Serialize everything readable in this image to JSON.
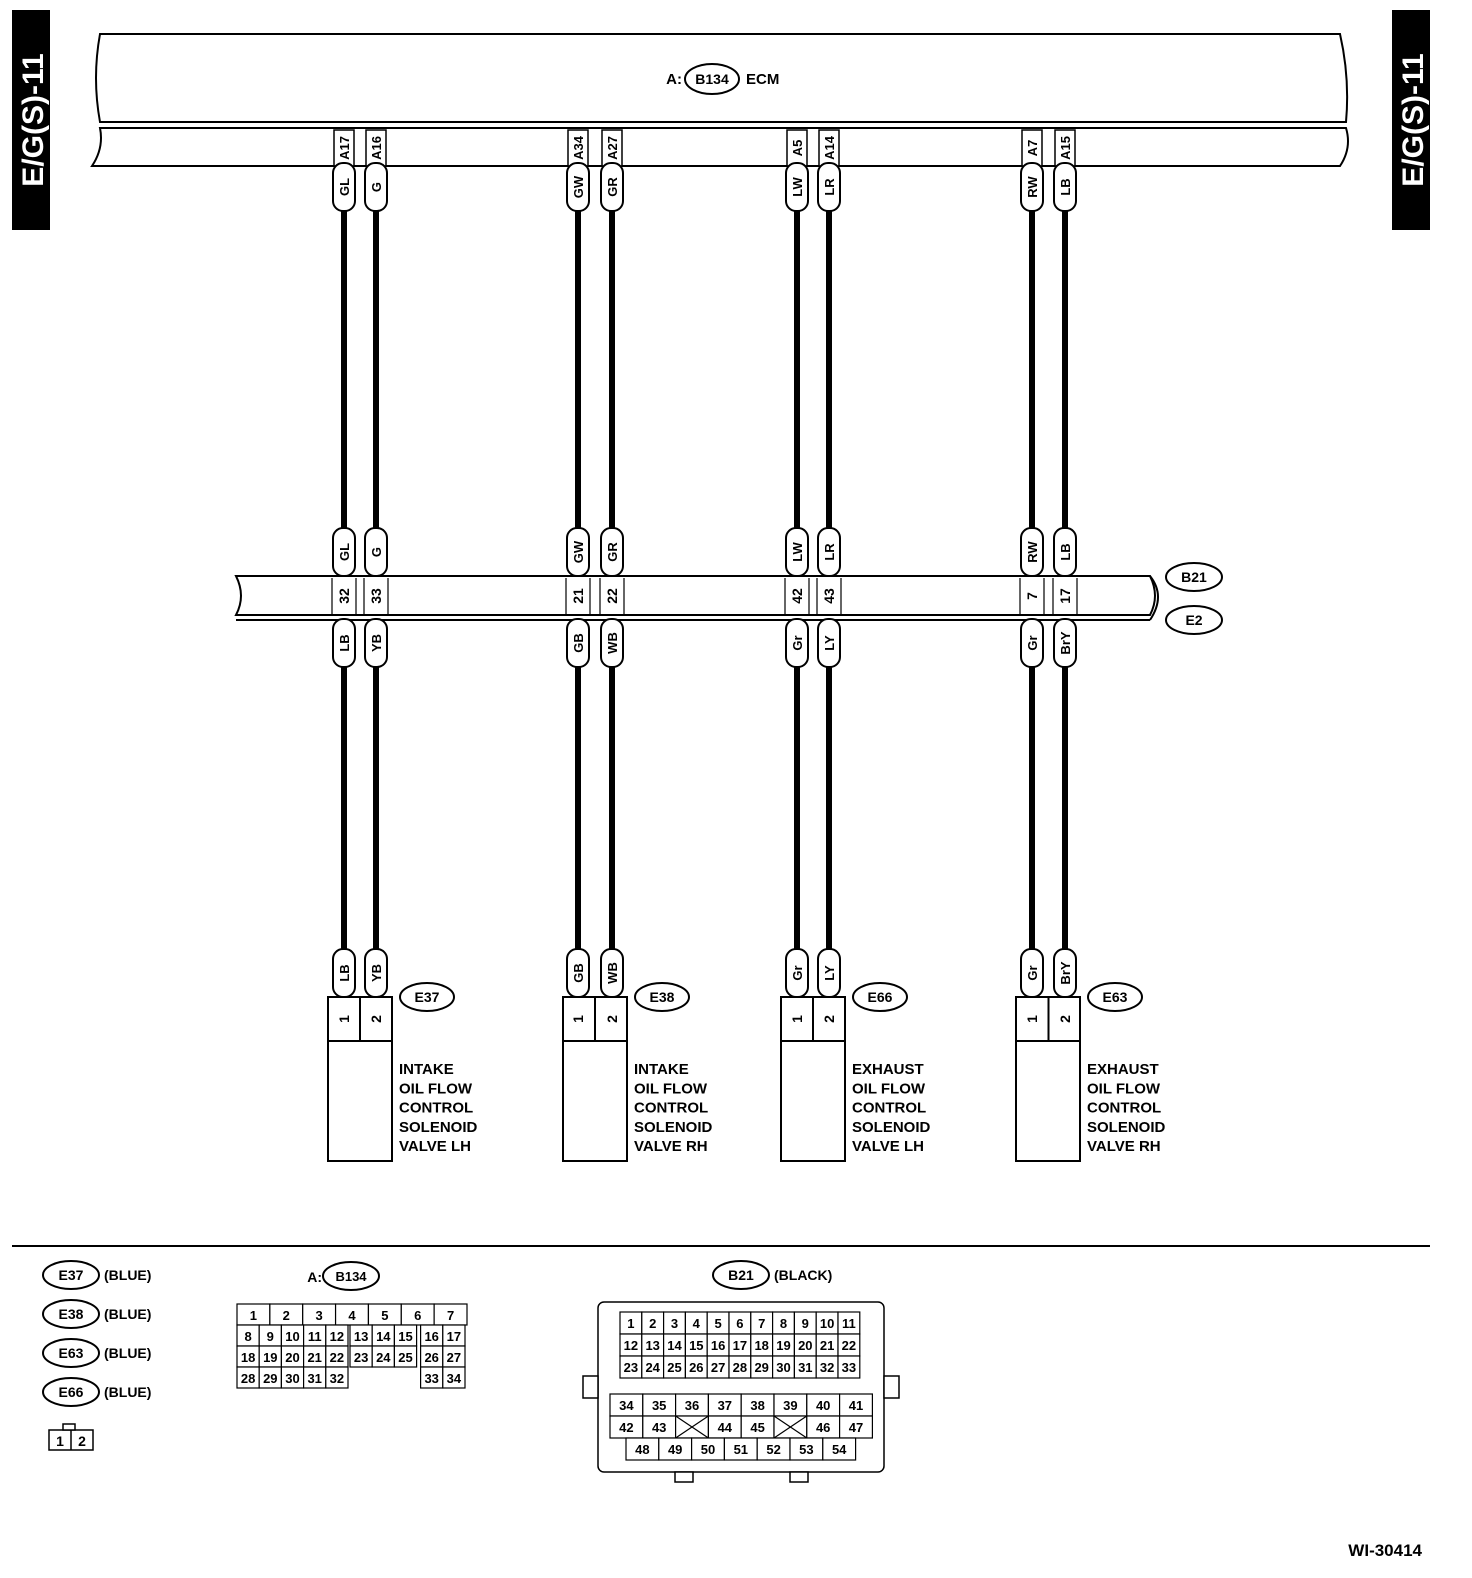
{
  "side_tab": "E/G(S)-11",
  "ecm": {
    "prefix": "A:",
    "connector": "B134",
    "label": "ECM"
  },
  "junction": {
    "upper_connector": "B21",
    "lower_connector": "E2"
  },
  "circuits": [
    {
      "pins": [
        "A17",
        "A16"
      ],
      "upper_colors": [
        "GL",
        "G"
      ],
      "junction_pins": [
        "32",
        "33"
      ],
      "lower_colors": [
        "LB",
        "YB"
      ],
      "connector": "E37",
      "terminals": [
        "1",
        "2"
      ],
      "label": [
        "INTAKE",
        "OIL FLOW",
        "CONTROL",
        "SOLENOID",
        "VALVE LH"
      ]
    },
    {
      "pins": [
        "A34",
        "A27"
      ],
      "upper_colors": [
        "GW",
        "GR"
      ],
      "junction_pins": [
        "21",
        "22"
      ],
      "lower_colors": [
        "GB",
        "WB"
      ],
      "connector": "E38",
      "terminals": [
        "1",
        "2"
      ],
      "label": [
        "INTAKE",
        "OIL FLOW",
        "CONTROL",
        "SOLENOID",
        "VALVE RH"
      ]
    },
    {
      "pins": [
        "A5",
        "A14"
      ],
      "upper_colors": [
        "LW",
        "LR"
      ],
      "junction_pins": [
        "42",
        "43"
      ],
      "lower_colors": [
        "Gr",
        "LY"
      ],
      "connector": "E66",
      "terminals": [
        "1",
        "2"
      ],
      "label": [
        "EXHAUST",
        "OIL FLOW",
        "CONTROL",
        "SOLENOID",
        "VALVE LH"
      ]
    },
    {
      "pins": [
        "A7",
        "A15"
      ],
      "upper_colors": [
        "RW",
        "LB"
      ],
      "junction_pins": [
        "7",
        "17"
      ],
      "lower_colors": [
        "Gr",
        "BrY"
      ],
      "connector": "E63",
      "terminals": [
        "1",
        "2"
      ],
      "label": [
        "EXHAUST",
        "OIL FLOW",
        "CONTROL",
        "SOLENOID",
        "VALVE RH"
      ]
    }
  ],
  "legend": {
    "connectors": [
      {
        "id": "E37",
        "color": "(BLUE)"
      },
      {
        "id": "E38",
        "color": "(BLUE)"
      },
      {
        "id": "E63",
        "color": "(BLUE)"
      },
      {
        "id": "E66",
        "color": "(BLUE)"
      }
    ],
    "small_pins": [
      "1",
      "2"
    ],
    "b134": {
      "prefix": "A:",
      "id": "B134",
      "rows": [
        [
          "1",
          "2",
          "3",
          "4",
          "5",
          "6",
          "7"
        ],
        [
          "8",
          "9",
          "10",
          "11",
          "12",
          "13",
          "14",
          "15",
          "16",
          "17"
        ],
        [
          "18",
          "19",
          "20",
          "21",
          "22",
          "23",
          "24",
          "25",
          "26",
          "27"
        ],
        [
          "28",
          "29",
          "30",
          "31",
          "32",
          "33",
          "34"
        ]
      ]
    },
    "b21": {
      "id": "B21",
      "color": "(BLACK)",
      "rows_top": [
        [
          "1",
          "2",
          "3",
          "4",
          "5",
          "6",
          "7",
          "8",
          "9",
          "10",
          "11"
        ],
        [
          "12",
          "13",
          "14",
          "15",
          "16",
          "17",
          "18",
          "19",
          "20",
          "21",
          "22"
        ],
        [
          "23",
          "24",
          "25",
          "26",
          "27",
          "28",
          "29",
          "30",
          "31",
          "32",
          "33"
        ]
      ],
      "rows_bottom": [
        [
          "34",
          "35",
          "36",
          "37",
          "38",
          "39",
          "40",
          "41"
        ],
        [
          "42",
          "43",
          "",
          "44",
          "45",
          "",
          "46",
          "47"
        ],
        [
          "48",
          "49",
          "50",
          "51",
          "52",
          "53",
          "54"
        ]
      ]
    }
  },
  "figure_id": "WI-30414"
}
